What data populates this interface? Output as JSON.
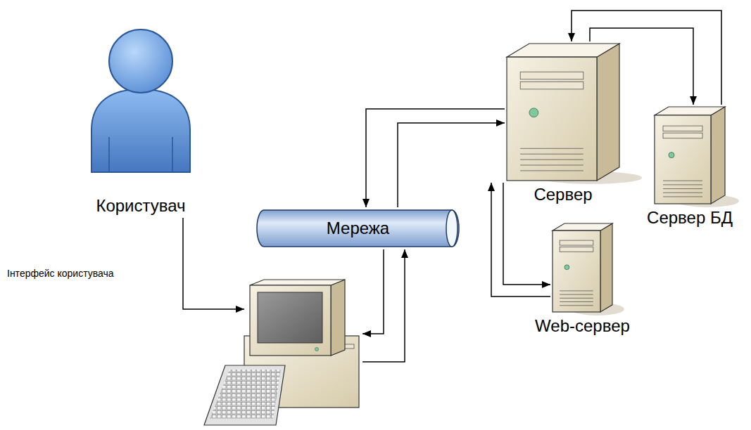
{
  "diagram": {
    "nodes": [
      {
        "text": [
          "Користувач"
        ]
      },
      {
        "text": [
          "Мережа"
        ]
      },
      {
        "text": [
          "Сервер"
        ]
      },
      {
        "text": [
          "Сервер БД"
        ]
      },
      {
        "text": [
          "Web-сервер"
        ]
      },
      {
        "text": []
      }
    ],
    "edges": [
      {
        "from": 0,
        "to": 5,
        "label": "Інтерфейс користувача",
        "arrow": "to"
      },
      {
        "from": 2,
        "to": 1,
        "arrow": "to"
      },
      {
        "from": 1,
        "to": 2,
        "arrow": "to"
      },
      {
        "from": 1,
        "to": 5,
        "arrow": "to"
      },
      {
        "from": 5,
        "to": 1,
        "arrow": "to"
      },
      {
        "from": 2,
        "to": 4,
        "arrow": "to"
      },
      {
        "from": 4,
        "to": 2,
        "arrow": "to"
      },
      {
        "from": 2,
        "to": 3,
        "arrow": "to"
      },
      {
        "from": 3,
        "to": 2,
        "arrow": "to"
      }
    ]
  }
}
